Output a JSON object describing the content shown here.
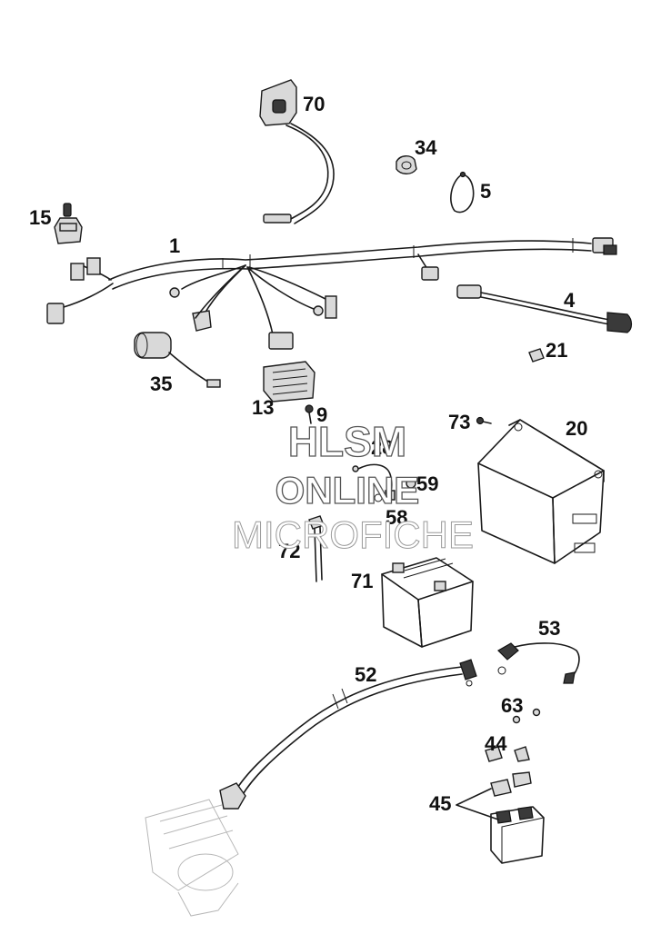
{
  "callouts": {
    "c70": "70",
    "c34": "34",
    "c5": "5",
    "c15": "15",
    "c1": "1",
    "c4": "4",
    "c21": "21",
    "c35": "35",
    "c13": "13",
    "c9": "9",
    "c73": "73",
    "c20": "20",
    "c28": "28",
    "c59": "59",
    "c58": "58",
    "c72": "72",
    "c71": "71",
    "c53": "53",
    "c52": "52",
    "c63": "63",
    "c44": "44",
    "c45": "45"
  },
  "watermark": {
    "line1": "HLSM",
    "line2": "ONLINE",
    "line3": "MICROFICHE"
  }
}
